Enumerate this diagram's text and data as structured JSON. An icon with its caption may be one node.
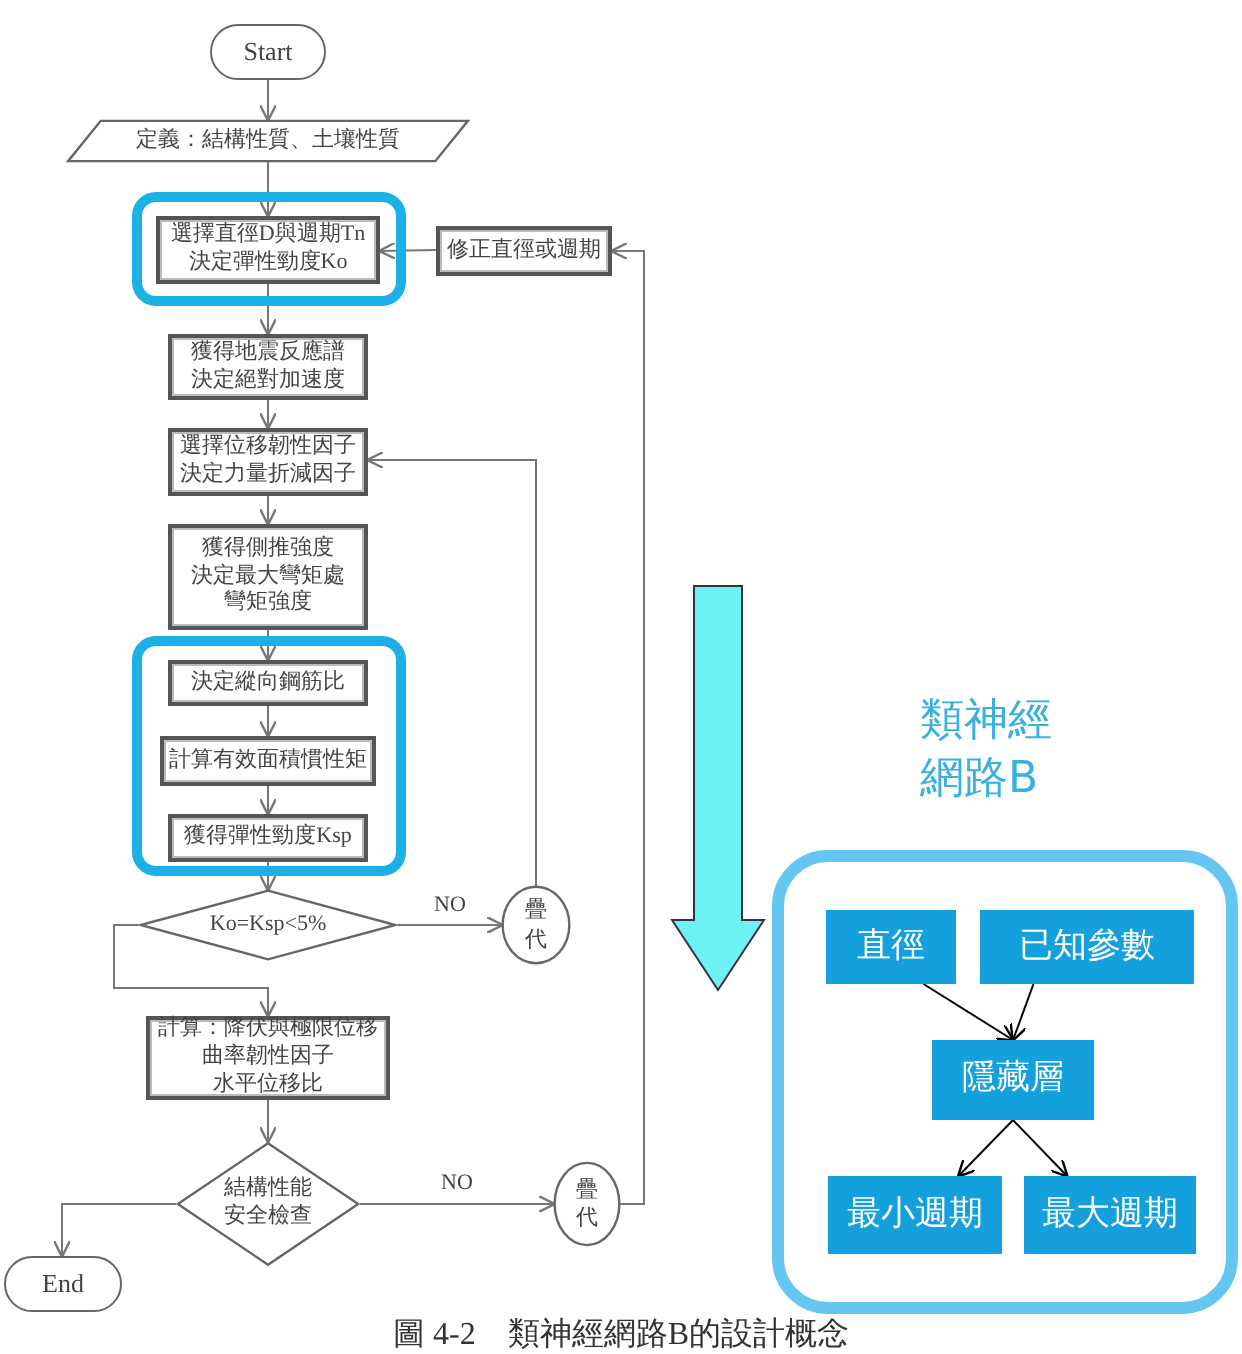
{
  "diagram": {
    "caption": "圖 4-2　類神經網路B的設計概念",
    "nodes": [
      {
        "text": [
          "Start"
        ]
      },
      {
        "text": [
          "定義：結構性質、土壤性質"
        ]
      },
      {
        "text": [],
        "shape": "box"
      },
      {
        "text": [
          "選擇直徑D與週期Tn",
          "決定彈性勁度Ko"
        ],
        "in": 2
      },
      {
        "text": [
          "修正直徑或週期"
        ]
      },
      {
        "text": [
          "獲得地震反應譜",
          "決定絕對加速度"
        ]
      },
      {
        "text": [
          "選擇位移韌性因子",
          "決定力量折減因子"
        ]
      },
      {
        "text": [
          "獲得側推強度",
          "決定最大彎矩處",
          "彎矩強度"
        ]
      },
      {
        "text": [],
        "shape": "box"
      },
      {
        "text": [
          "決定縱向鋼筋比"
        ],
        "in": 8
      },
      {
        "text": [
          "計算有效面積慣性矩"
        ],
        "in": 8
      },
      {
        "text": [
          "獲得彈性勁度Ksp"
        ],
        "in": 8
      },
      {
        "text": [
          "Ko=Ksp<5%"
        ]
      },
      {
        "text": [
          "疊代"
        ]
      },
      {
        "text": [
          "計算：降伏與極限位移",
          "曲率韌性因子",
          "水平位移比"
        ]
      },
      {
        "text": [
          "結構性能",
          "安全檢查"
        ]
      },
      {
        "text": [
          "疊代"
        ]
      },
      {
        "text": [
          "End"
        ]
      },
      {
        "text": [
          "類神經網路B"
        ]
      },
      {
        "text": [
          "直徑"
        ],
        "in": 18
      },
      {
        "text": [
          "已知參數"
        ],
        "in": 18
      },
      {
        "text": [
          "隱藏層"
        ],
        "in": 18
      },
      {
        "text": [
          "最小週期"
        ],
        "in": 18
      },
      {
        "text": [
          "最大週期"
        ],
        "in": 18
      }
    ],
    "edges": [
      {
        "from": 0,
        "to": 1,
        "arrow": "to"
      },
      {
        "from": 1,
        "to": 3,
        "arrow": "to"
      },
      {
        "from": 4,
        "to": 3,
        "arrow": "to"
      },
      {
        "from": 3,
        "to": 5,
        "arrow": "to"
      },
      {
        "from": 5,
        "to": 6,
        "arrow": "to"
      },
      {
        "from": 6,
        "to": 7,
        "arrow": "to"
      },
      {
        "from": 7,
        "to": 9,
        "arrow": "to"
      },
      {
        "from": 9,
        "to": 10,
        "arrow": "to"
      },
      {
        "from": 10,
        "to": 11,
        "arrow": "to"
      },
      {
        "from": 11,
        "to": 12,
        "arrow": "to"
      },
      {
        "from": 12,
        "to": 13,
        "arrow": "to",
        "label": "NO"
      },
      {
        "from": 13,
        "to": 6,
        "arrow": "to"
      },
      {
        "from": 12,
        "to": 14,
        "arrow": "to"
      },
      {
        "from": 14,
        "to": 15,
        "arrow": "to"
      },
      {
        "from": 15,
        "to": 16,
        "arrow": "to",
        "label": "NO"
      },
      {
        "from": 16,
        "to": 4,
        "arrow": "to"
      },
      {
        "from": 15,
        "to": 17,
        "arrow": "to"
      },
      {
        "from": 19,
        "to": 21,
        "arrow": "to",
        "color": "#000000"
      },
      {
        "from": 20,
        "to": 21,
        "arrow": "to",
        "color": "#000000"
      },
      {
        "from": 21,
        "to": 22,
        "arrow": "to",
        "color": "#000000"
      },
      {
        "from": 21,
        "to": 23,
        "arrow": "to",
        "color": "#000000"
      }
    ]
  }
}
